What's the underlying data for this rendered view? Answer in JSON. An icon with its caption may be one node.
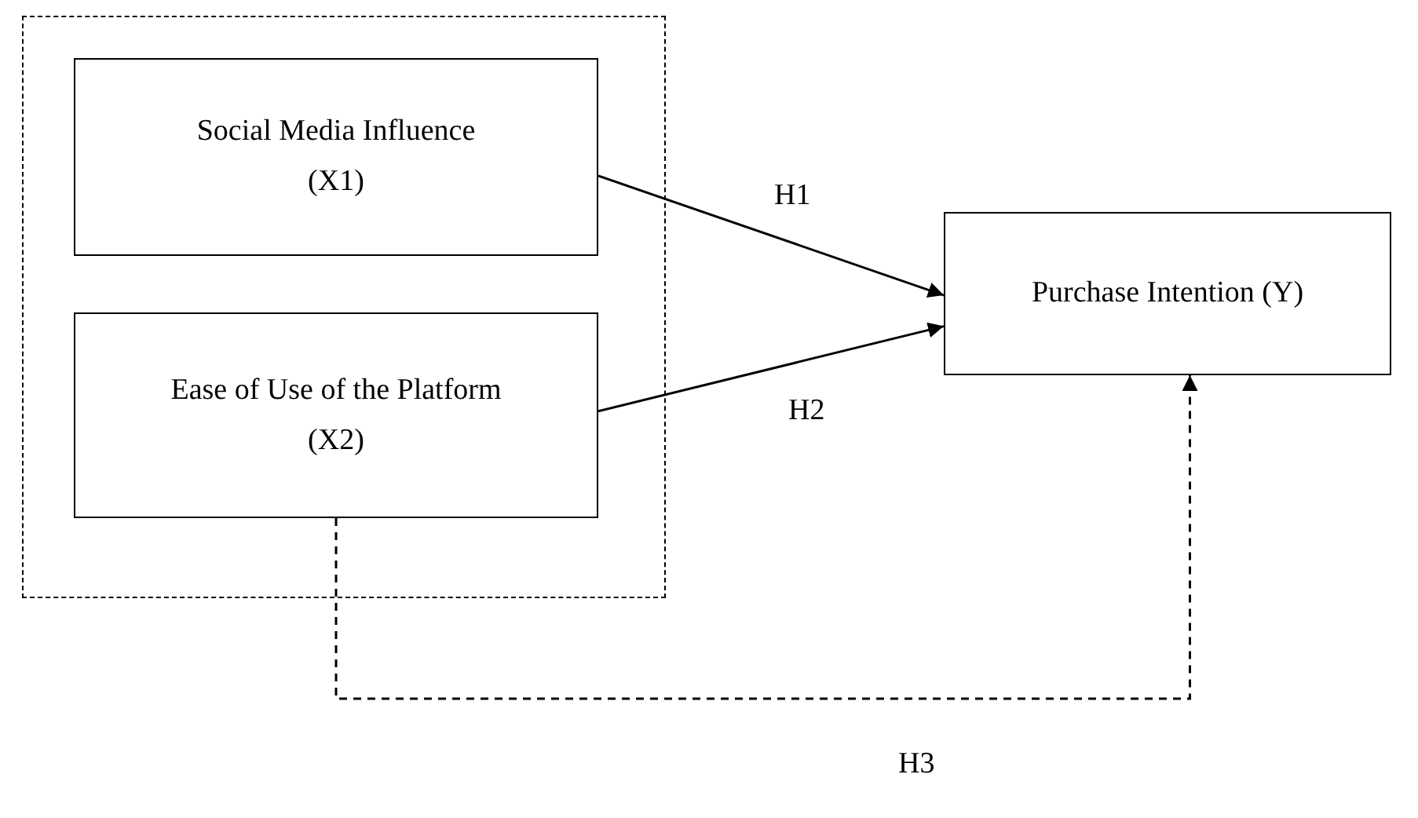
{
  "diagram": {
    "nodes": [
      {
        "text": [],
        "shape": "box"
      },
      {
        "text": [
          "Social Media Influence (X1)"
        ],
        "in": 0
      },
      {
        "text": [
          "Ease of Use of the Platform (X2)"
        ],
        "in": 0
      },
      {
        "text": [
          "Purchase Intention (Y)"
        ]
      }
    ],
    "edges": [
      {
        "from": 1,
        "to": 3,
        "arrow": "to",
        "label": "H1"
      },
      {
        "from": 2,
        "to": 3,
        "arrow": "to",
        "label": "H2"
      },
      {
        "from": 2,
        "to": 3,
        "arrow": "to",
        "label": "H3",
        "style": "dashed"
      }
    ]
  }
}
